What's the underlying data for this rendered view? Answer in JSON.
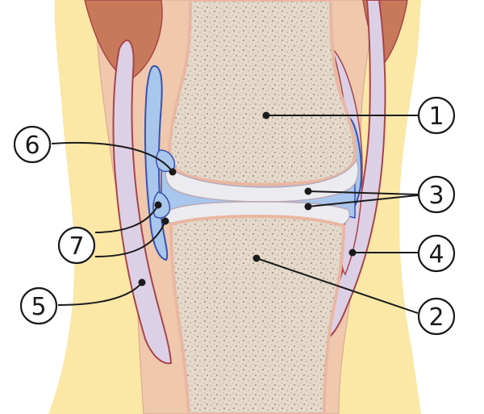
{
  "diagram": {
    "colors": {
      "skin": "#fbe7a6",
      "tissue": "#efc8ae",
      "bone": "#e6dccf",
      "muscle": "#c8795a",
      "tendon": "#dcd0e6",
      "outline": "#a8454a",
      "synovial": "#a9c6ec",
      "synovial_edge": "#3a52b0",
      "cartilage": "#ececf0",
      "callout_line": "#1a1a1a"
    },
    "callouts": [
      {
        "id": "c1",
        "label": "1"
      },
      {
        "id": "c2",
        "label": "2"
      },
      {
        "id": "c3",
        "label": "3"
      },
      {
        "id": "c4",
        "label": "4"
      },
      {
        "id": "c5",
        "label": "5"
      },
      {
        "id": "c6",
        "label": "6"
      },
      {
        "id": "c7",
        "label": "7"
      }
    ]
  }
}
